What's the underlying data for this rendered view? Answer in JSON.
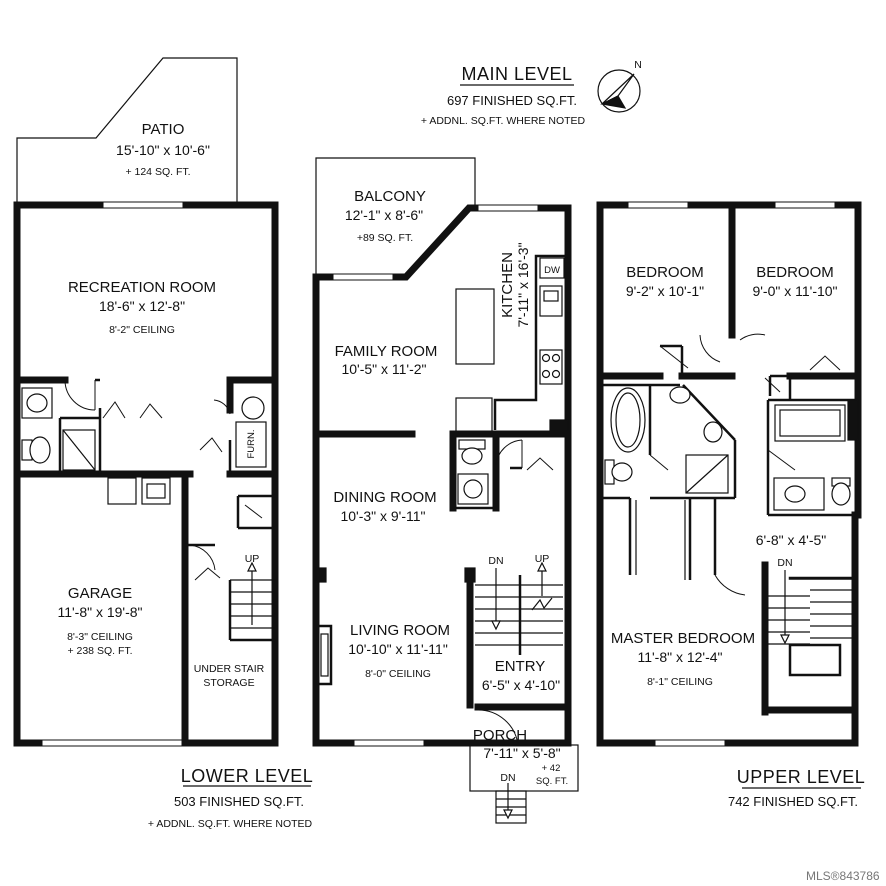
{
  "levels": {
    "main": {
      "title": "MAIN LEVEL",
      "sqft": "697 FINISHED SQ.FT.",
      "note": "+ ADDNL. SQ.FT. WHERE NOTED"
    },
    "lower": {
      "title": "LOWER LEVEL",
      "sqft": "503 FINISHED SQ.FT.",
      "note": "+ ADDNL. SQ.FT. WHERE NOTED"
    },
    "upper": {
      "title": "UPPER LEVEL",
      "sqft": "742 FINISHED SQ.FT."
    }
  },
  "compass": {
    "label": "N"
  },
  "rooms": {
    "patio": {
      "name": "PATIO",
      "dim": "15'-10\" x 10'-6\"",
      "extra": "+ 124 SQ. FT."
    },
    "recreation": {
      "name": "RECREATION ROOM",
      "dim": "18'-6\" x 12'-8\"",
      "ceiling": "8'-2\" CEILING"
    },
    "garage": {
      "name": "GARAGE",
      "dim": "11'-8\" x 19'-8\"",
      "ceiling": "8'-3\" CEILING",
      "extra": "+ 238 SQ. FT."
    },
    "storage": {
      "line1": "UNDER STAIR",
      "line2": "STORAGE"
    },
    "balcony": {
      "name": "BALCONY",
      "dim": "12'-1\" x 8'-6\"",
      "extra": "+89 SQ. FT."
    },
    "kitchen": {
      "name": "KITCHEN",
      "dim": "7'-11\" x 16'-3\""
    },
    "family": {
      "name": "FAMILY ROOM",
      "dim": "10'-5\" x 11'-2\""
    },
    "dining": {
      "name": "DINING ROOM",
      "dim": "10'-3\" x 9'-11\""
    },
    "living": {
      "name": "LIVING ROOM",
      "dim": "10'-10\" x 11'-11\"",
      "ceiling": "8'-0\" CEILING"
    },
    "entry": {
      "name": "ENTRY",
      "dim": "6'-5\" x 4'-10\""
    },
    "porch": {
      "name": "PORCH",
      "dim": "7'-11\" x 5'-8\"",
      "extra1": "+ 42",
      "extra2": "SQ. FT."
    },
    "bedroom1": {
      "name": "BEDROOM",
      "dim": "9'-2\" x 10'-1\""
    },
    "bedroom2": {
      "name": "BEDROOM",
      "dim": "9'-0\" x 11'-10\""
    },
    "hall": {
      "dim": "6'-8\" x 4'-5\""
    },
    "master": {
      "name": "MASTER BEDROOM",
      "dim": "11'-8\" x 12'-4\"",
      "ceiling": "8'-1\" CEILING"
    }
  },
  "labels": {
    "up": "UP",
    "dn": "DN",
    "furnace": "FURN.",
    "dishwasher": "DW"
  },
  "watermark": "MLS®843786"
}
